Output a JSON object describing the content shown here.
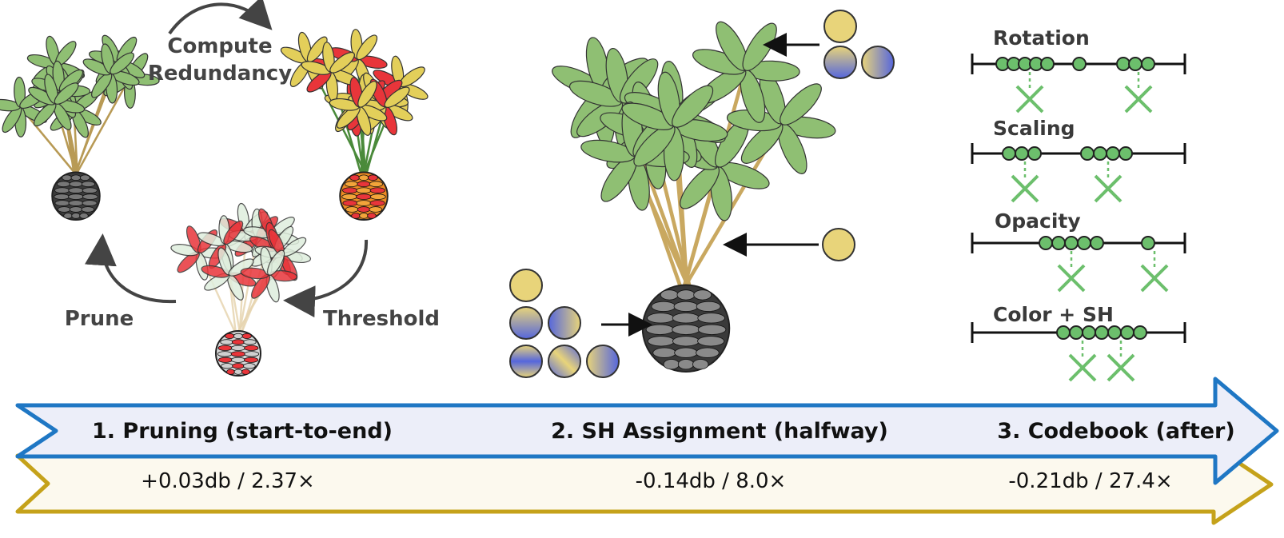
{
  "cycle": {
    "compute_line1": "Compute",
    "compute_line2": "Redundancy",
    "threshold": "Threshold",
    "prune": "Prune"
  },
  "quantization": {
    "rows": [
      {
        "label": "Rotation",
        "points": 9,
        "centroids": 2
      },
      {
        "label": "Scaling",
        "points": 7,
        "centroids": 2
      },
      {
        "label": "Opacity",
        "points": 6,
        "centroids": 2
      },
      {
        "label": "Color + SH",
        "points": 7,
        "centroids": 2
      }
    ]
  },
  "stages": [
    {
      "title": "1. Pruning (start-to-end)",
      "metric": "+0.03db / 2.37×"
    },
    {
      "title": "2. SH Assignment (halfway)",
      "metric": "-0.14db / 8.0×"
    },
    {
      "title": "3. Codebook (after)",
      "metric": "-0.21db / 27.4×"
    }
  ],
  "colors": {
    "blue_arrow_stroke": "#1f77c4",
    "blue_arrow_fill": "#eceef9",
    "gold_arrow_stroke": "#c5a21a",
    "gold_arrow_fill": "#fcf9ee",
    "leaf_green": "#8fbf73",
    "leaf_yellow": "#e3cf5a",
    "prune_red": "#e8353a",
    "pot_dark": "#3b3b3b",
    "pot_orange": "#ee8a22",
    "centroid_green": "#6cbf6c",
    "sh_yellow": "#e8d47a",
    "sh_blue": "#5566dd"
  }
}
